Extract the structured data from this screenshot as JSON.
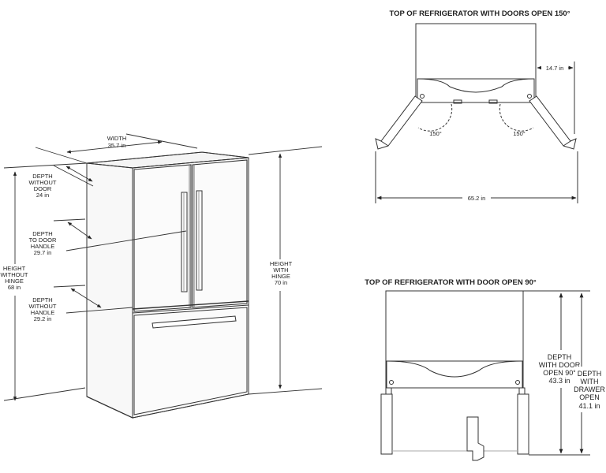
{
  "fridge_3d": {
    "width": {
      "label": "WIDTH",
      "value": "35.7 in"
    },
    "depth_without_door": {
      "l1": "DEPTH",
      "l2": "WITHOUT",
      "l3": "DOOR",
      "value": "24 in"
    },
    "depth_to_door_handle": {
      "l1": "DEPTH",
      "l2": "TO DOOR",
      "l3": "HANDLE",
      "value": "29.7 in"
    },
    "depth_without_handle": {
      "l1": "DEPTH",
      "l2": "WITHOUT",
      "l3": "HANDLE",
      "value": "29.2 in"
    },
    "height_without_hinge": {
      "l1": "HEIGHT",
      "l2": "WITHOUT",
      "l3": "HINGE",
      "value": "68 in"
    },
    "height_with_hinge": {
      "l1": "HEIGHT",
      "l2": "WITH",
      "l3": "HINGE",
      "value": "70 in"
    }
  },
  "top_150": {
    "title": "TOP OF REFRIGERATOR WITH DOORS OPEN 150°",
    "side_clearance": "14.7 in",
    "angle_left": "150°",
    "angle_right": "150°",
    "total_width": "65.2 in"
  },
  "top_90": {
    "title": "TOP OF REFRIGERATOR WITH DOOR OPEN 90°",
    "depth_door": {
      "l1": "DEPTH",
      "l2": "WITH DOOR",
      "l3": "OPEN 90°",
      "value": "43.3 in"
    },
    "depth_drawer": {
      "l1": "DEPTH",
      "l2": "WITH",
      "l3": "DRAWER",
      "l4": "OPEN",
      "value": "41.1 in"
    }
  }
}
